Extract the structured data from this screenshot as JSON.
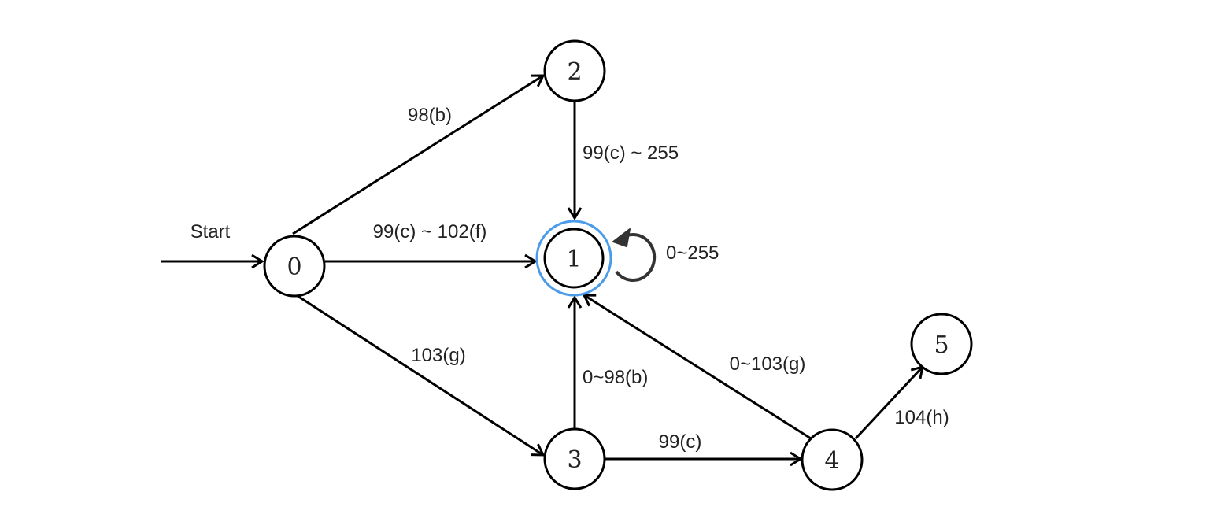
{
  "diagram": {
    "start_label": "Start",
    "accept_ring_color": "#4a9bea",
    "line_color": "#000000",
    "loop_color": "#333333",
    "states": [
      {
        "id": "0",
        "label": "0",
        "accepting": false
      },
      {
        "id": "1",
        "label": "1",
        "accepting": true
      },
      {
        "id": "2",
        "label": "2",
        "accepting": false
      },
      {
        "id": "3",
        "label": "3",
        "accepting": false
      },
      {
        "id": "4",
        "label": "4",
        "accepting": false
      },
      {
        "id": "5",
        "label": "5",
        "accepting": false
      }
    ],
    "transitions": [
      {
        "from": "0",
        "to": "2",
        "label": "98(b)"
      },
      {
        "from": "0",
        "to": "1",
        "label": "99(c) ~ 102(f)"
      },
      {
        "from": "0",
        "to": "3",
        "label": "103(g)"
      },
      {
        "from": "2",
        "to": "1",
        "label": "99(c) ~ 255"
      },
      {
        "from": "1",
        "to": "1",
        "label": "0~255"
      },
      {
        "from": "3",
        "to": "1",
        "label": "0~98(b)"
      },
      {
        "from": "3",
        "to": "4",
        "label": "99(c)"
      },
      {
        "from": "4",
        "to": "1",
        "label": "0~103(g)"
      },
      {
        "from": "4",
        "to": "5",
        "label": "104(h)"
      }
    ]
  }
}
